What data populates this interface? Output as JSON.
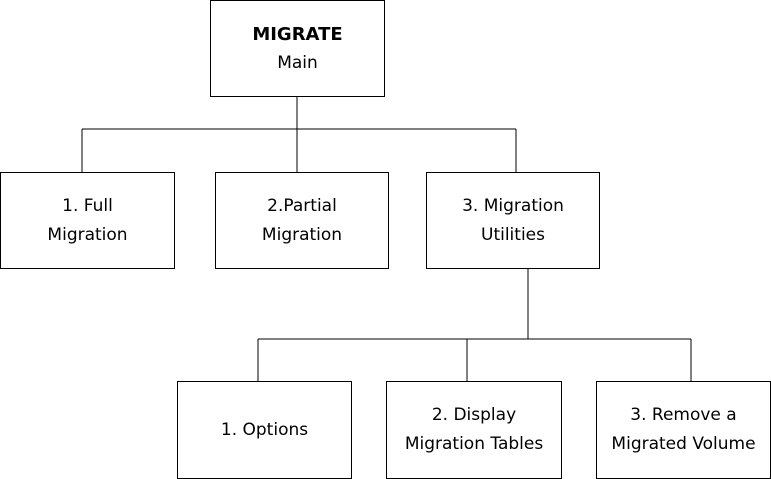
{
  "diagram": {
    "root": {
      "title": "MIGRATE",
      "subtitle": "Main"
    },
    "level1": [
      {
        "line1": "1. Full",
        "line2": "Migration"
      },
      {
        "line1": "2.Partial",
        "line2": "Migration"
      },
      {
        "line1": "3. Migration",
        "line2": "Utilities"
      }
    ],
    "level2": [
      {
        "line1": "1. Options"
      },
      {
        "line1": "2. Display",
        "line2": "Migration Tables"
      },
      {
        "line1": "3. Remove a",
        "line2": "Migrated Volume"
      }
    ],
    "colors": {
      "stroke": "#000000",
      "background": "#ffffff"
    }
  }
}
